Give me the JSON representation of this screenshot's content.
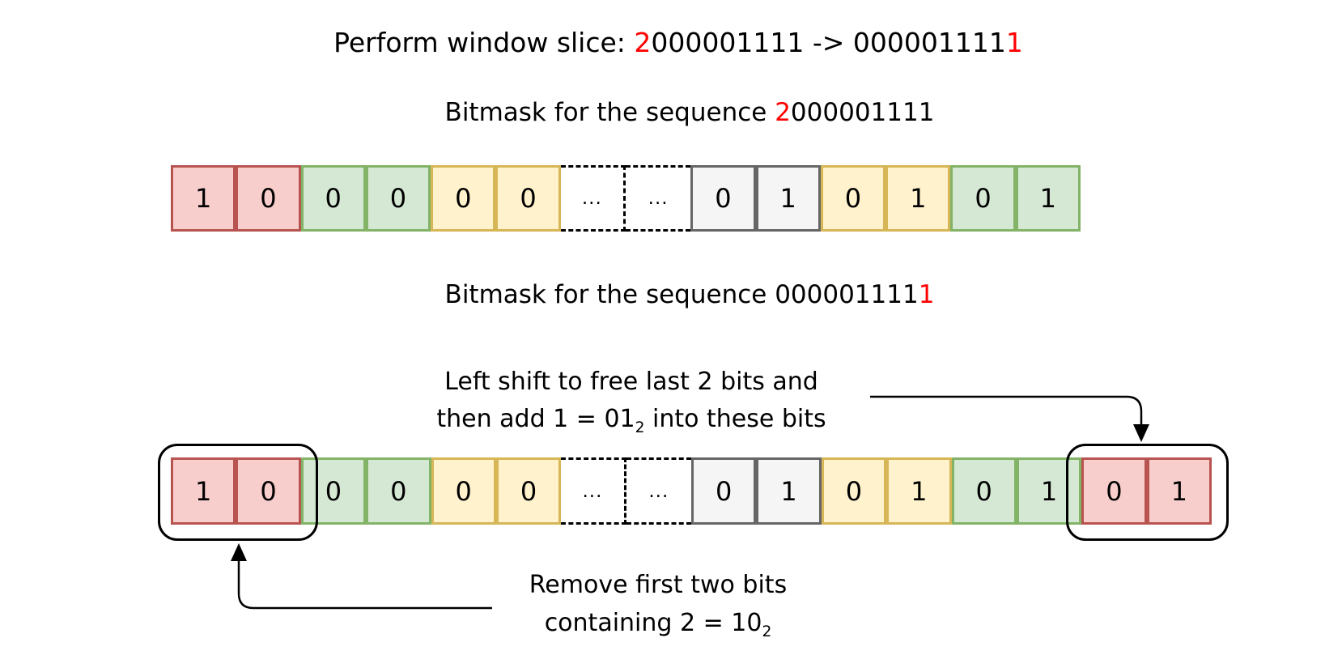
{
  "accent_red": "#ff0000",
  "palette": {
    "red": {
      "fill": "#f8cecc",
      "stroke": "#b85450"
    },
    "green": {
      "fill": "#d5e8d4",
      "stroke": "#82b366"
    },
    "yellow": {
      "fill": "#fff2cc",
      "stroke": "#d6b656"
    },
    "gray": {
      "fill": "#f5f5f5",
      "stroke": "#666666"
    },
    "dashed": {
      "fill": "#ffffff",
      "stroke": "#000000"
    }
  },
  "title": {
    "segments": [
      {
        "t": "Perform window slice: "
      },
      {
        "t": "2",
        "red": true
      },
      {
        "t": "000001111"
      },
      {
        "t": " -> "
      },
      {
        "t": "000001111"
      },
      {
        "t": "1",
        "red": true
      }
    ]
  },
  "subtitle_top": {
    "segments": [
      {
        "t": "Bitmask for the sequence "
      },
      {
        "t": "2",
        "red": true
      },
      {
        "t": "000001111"
      }
    ]
  },
  "subtitle_bottom": {
    "segments": [
      {
        "t": "Bitmask for the sequence "
      },
      {
        "t": "000001111"
      },
      {
        "t": "1",
        "red": true
      }
    ]
  },
  "annotation_left_shift": {
    "line1": [
      {
        "t": "Left shift to free last 2 bits and"
      }
    ],
    "line2": [
      {
        "t": "then add 1 = 01"
      },
      {
        "t": "2",
        "sub": true
      },
      {
        "t": " into these bits"
      }
    ]
  },
  "annotation_remove": {
    "line1": [
      {
        "t": "Remove first two bits"
      }
    ],
    "line2": [
      {
        "t": "containing 2 = 10"
      },
      {
        "t": "2",
        "sub": true
      }
    ]
  },
  "bitmask_row_top": {
    "cells": [
      {
        "v": "1",
        "c": "red"
      },
      {
        "v": "0",
        "c": "red"
      },
      {
        "v": "0",
        "c": "green"
      },
      {
        "v": "0",
        "c": "green"
      },
      {
        "v": "0",
        "c": "yellow"
      },
      {
        "v": "0",
        "c": "yellow"
      },
      {
        "v": "...",
        "c": "dashed"
      },
      {
        "v": "...",
        "c": "dashed"
      },
      {
        "v": "0",
        "c": "gray"
      },
      {
        "v": "1",
        "c": "gray"
      },
      {
        "v": "0",
        "c": "yellow"
      },
      {
        "v": "1",
        "c": "yellow"
      },
      {
        "v": "0",
        "c": "green"
      },
      {
        "v": "1",
        "c": "green"
      }
    ]
  },
  "bitmask_row_bottom": {
    "cells": [
      {
        "v": "1",
        "c": "red"
      },
      {
        "v": "0",
        "c": "red"
      },
      {
        "v": "0",
        "c": "green"
      },
      {
        "v": "0",
        "c": "green"
      },
      {
        "v": "0",
        "c": "yellow"
      },
      {
        "v": "0",
        "c": "yellow"
      },
      {
        "v": "...",
        "c": "dashed"
      },
      {
        "v": "...",
        "c": "dashed"
      },
      {
        "v": "0",
        "c": "gray"
      },
      {
        "v": "1",
        "c": "gray"
      },
      {
        "v": "0",
        "c": "yellow"
      },
      {
        "v": "1",
        "c": "yellow"
      },
      {
        "v": "0",
        "c": "green"
      },
      {
        "v": "1",
        "c": "green"
      },
      {
        "v": "0",
        "c": "red"
      },
      {
        "v": "1",
        "c": "red"
      }
    ]
  }
}
